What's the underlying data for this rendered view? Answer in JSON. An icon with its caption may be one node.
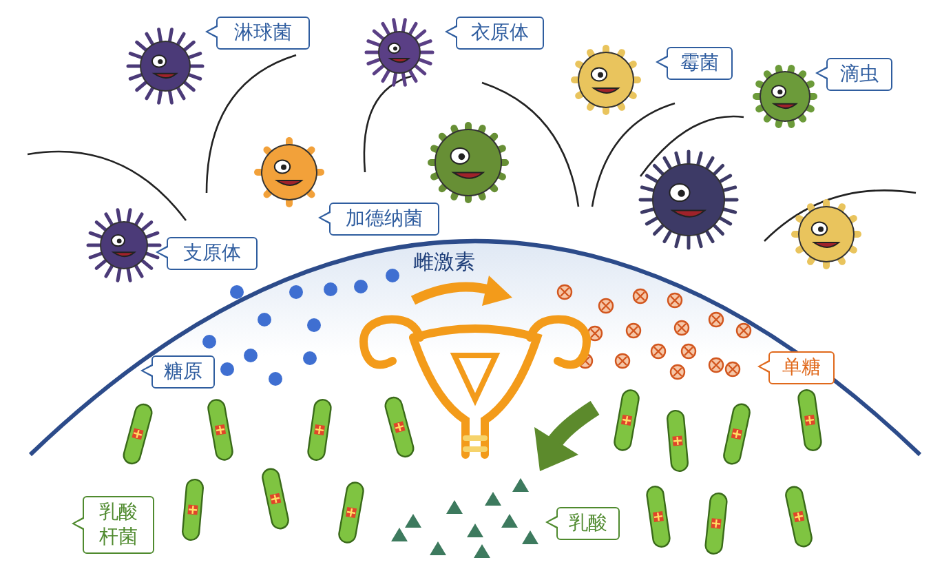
{
  "diagram": {
    "nodes": [
      {
        "text": [
          "淋球菌"
        ]
      },
      {
        "text": [
          "衣原体"
        ]
      },
      {
        "text": [
          "霉菌"
        ]
      },
      {
        "text": [
          "滴虫"
        ]
      },
      {
        "text": [
          "加德纳菌"
        ]
      },
      {
        "text": [
          "支原体"
        ]
      },
      {
        "text": [
          "糖原"
        ]
      },
      {
        "text": [
          "单糖"
        ]
      },
      {
        "text": [
          "乳酸杆菌"
        ]
      },
      {
        "text": [
          "乳酸"
        ]
      }
    ],
    "edges": [],
    "labels": [
      "雌激素"
    ]
  }
}
